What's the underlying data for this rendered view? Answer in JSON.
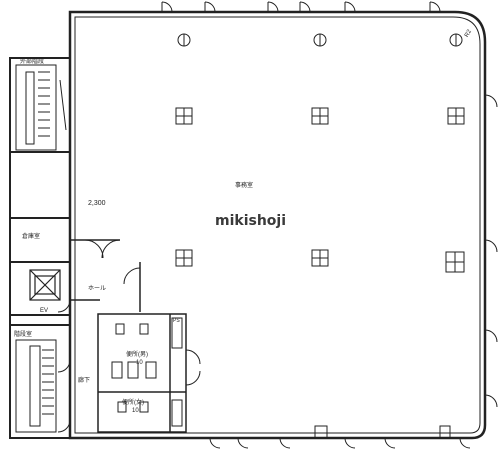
{
  "watermark": "mikishoji",
  "labels": {
    "office": "事務室",
    "dimension": "2,300",
    "corner_radius": "R2",
    "external_stair": "外部階段",
    "storage": "倉庫室",
    "hall": "ホール",
    "corridor": "廊下",
    "ev_room": "EV",
    "toilet_male": "便所(男)",
    "toilet_female": "便所(女)",
    "toilet_count_1": "10",
    "toilet_count_2": "10",
    "stair_room": "階段室",
    "ps": "PS"
  },
  "colors": {
    "line": "#222222",
    "background": "#ffffff"
  }
}
